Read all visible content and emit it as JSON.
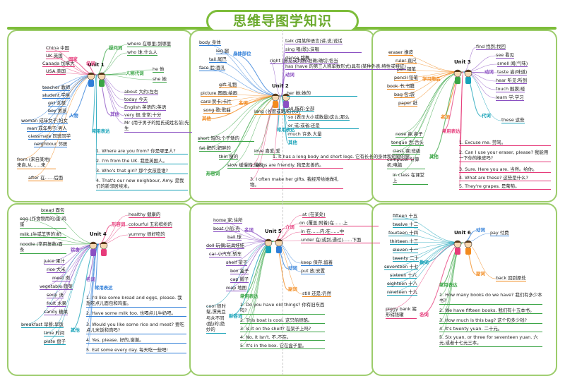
{
  "title": "思维导图学知识",
  "units": [
    {
      "name": "Unit 1",
      "items": [
        "China 中国",
        "UK 英国",
        "Canada 加拿大",
        "USA 美国",
        "国家",
        "名词",
        "teacher 教师",
        "student 学生",
        "girl 女孩",
        "boy 男孩",
        "人物",
        "woman 成年女子;妇女",
        "man 成年男子;男人",
        "classmate 同班同学",
        "neighbour 邻居",
        "from (来自某地) 来自,从……来",
        "after 在……后面",
        "where 在哪里;到哪里",
        "who 谁;什么人",
        "疑问词",
        "人称代词",
        "he 他",
        "she 她",
        "about 大约;左右",
        "today 今天",
        "English 英语的;英语",
        "very 很;非常;十分",
        "Mr (用于男子的姓氏或姓名前)先生",
        "其他",
        "常用表达",
        "1. Where are you from? 你是哪里人?",
        "2. I'm from the UK. 我是英国人。",
        "3. Who's that girl? 那个女孩是谁?",
        "4. That's our new neighbour, Amy. 是我们的新邻居埃米。"
      ]
    },
    {
      "name": "Unit 2",
      "items": [
        "body 身体",
        "leg 腿",
        "tail 尾巴",
        "face 脸;面孔",
        "身体部位",
        "gift 礼物",
        "picture 图画;绘画",
        "card 贺卡;卡片",
        "song 歌;歌曲",
        "其他",
        "名词",
        "long (长度或距离)长的",
        "short 短的;个子矮的",
        "fat 肥的;肥胖的",
        "thin 瘦的",
        "slow 缓慢的;慢的",
        "形容词",
        "love 喜爱;爱",
        "talk (用某种语言)讲,说;说话",
        "sing 唱(歌);演唱",
        "dance 跳舞",
        "has (have 的第三人称单数形式)具有(某种外表,特性或特征)",
        "动词",
        "right (意见或判断)准确;确切;恰当",
        "her 她;她的",
        "all 所有;全部",
        "so (表示大小或数量)这么;那么",
        "or 或;或者;还是",
        "much 许多,大量",
        "其他",
        "常用表达",
        "1. It has a long body and short legs. 它有长长的身体和短短的腿。",
        "2. Dogs are friendly. 狗是友善的。",
        "3. I often make her gifts. 我经常给她做礼物。"
      ]
    },
    {
      "name": "Unit 3",
      "items": [
        "eraser 橡皮",
        "ruler 直尺",
        "pen 钢笔",
        "pencil 铅笔",
        "book 书;书籍",
        "bag 包;袋",
        "paper 纸",
        "学习用品",
        "名词",
        "nose 鼻;鼻子",
        "tongue 舌;舌头",
        "class 课;班级",
        "computer 计算机;电脑",
        "in class 在课堂上",
        "其他",
        "find 找到;找回",
        "see 看见",
        "smell 闻(气味)",
        "taste 尝(味道)",
        "hear 听见;听到",
        "touch 触摸;碰",
        "learn 学;学习",
        "动词",
        "代词",
        "these 这些",
        "常用表达",
        "1. Excuse me. 劳驾。",
        "2. Can I use your eraser, please? 我能用一下你的橡皮吗?",
        "3. Sure. Here you are. 当然。给你。",
        "4. What are these? 这些是什么?",
        "5. They're grapes. 是葡萄。"
      ]
    },
    {
      "name": "Unit 4",
      "items": [
        "bread 面包",
        "egg (作食物用的)蛋;鸡蛋",
        "milk (牛或羊等的)奶",
        "noodle (常用复数)面条",
        "juice 果汁",
        "rice 大米",
        "meat 肉",
        "vegetable 蔬菜",
        "soup 汤",
        "fruit 水果",
        "candy 糖果",
        "饮食",
        "名词",
        "breakfast 早餐;早饭",
        "time 时间",
        "plate 盘子",
        "其他",
        "healthy 健康的",
        "colourful 五彩缤纷的",
        "yummy 很好吃的",
        "形容词",
        "常用表达",
        "1. I'd like some bread and eggs, please. 我想吃点儿面包和鸡蛋。",
        "2. Have some milk too. 也喝点儿牛奶吧。",
        "3. Would you like some rice and meat? 要吃点儿米饭和肉吗?",
        "4. Yes, please. 好的,谢谢。",
        "5. Eat some every day. 每天吃一些吧!"
      ]
    },
    {
      "name": "Unit 5",
      "items": [
        "home 家;住所",
        "boat 小船;舟",
        "ball 球",
        "doll 玩偶;玩具娃娃",
        "car 小汽车;轿车",
        "shelf 架子",
        "box 盒子",
        "cap 帽子",
        "map 地图",
        "名词",
        "cool 很时髦,漂亮且与众不同(酷)的;绝妙的",
        "形容词",
        "at (在某处)",
        "on (覆盖;附着)在……上",
        "in 在……内;在……中",
        "under 在(或到,通过)……下面",
        "介词",
        "keep 保存;留着",
        "put 放;安置",
        "动词",
        "still 还是;仍然",
        "副词",
        "常用表达",
        "1. Do you have old things? 你有旧东西吗?",
        "2. This boat is cool. 这只船很酷。",
        "3. Is it on the shelf? 在架子上吗?",
        "4. No, it isn't. 不,不在。",
        "5. It's in the box. 它在盒子里。"
      ]
    },
    {
      "name": "Unit 6",
      "items": [
        "fifteen 十五",
        "twelve 十二",
        "fourteen 十四",
        "thirteen 十三",
        "eleven 十一",
        "twenty 二十",
        "seventeen 十七",
        "sixteen 十六",
        "eighteen 十八",
        "nineteen 十九",
        "数词",
        "piggy bank 猪形储钱罐",
        "名词",
        "pay 付费",
        "动词",
        "back 回到原处",
        "副词",
        "常用表达",
        "1. How many books do we have? 我们有多少本书?",
        "2. We have fifteen books. 我们有十五本书。",
        "3. How much is this bag? 这个包多少钱?",
        "4. It's twenty yuan. 二十元。",
        "5. Six yuan, or three for seventeen yuan. 六元,或者十七元三本。"
      ]
    }
  ]
}
